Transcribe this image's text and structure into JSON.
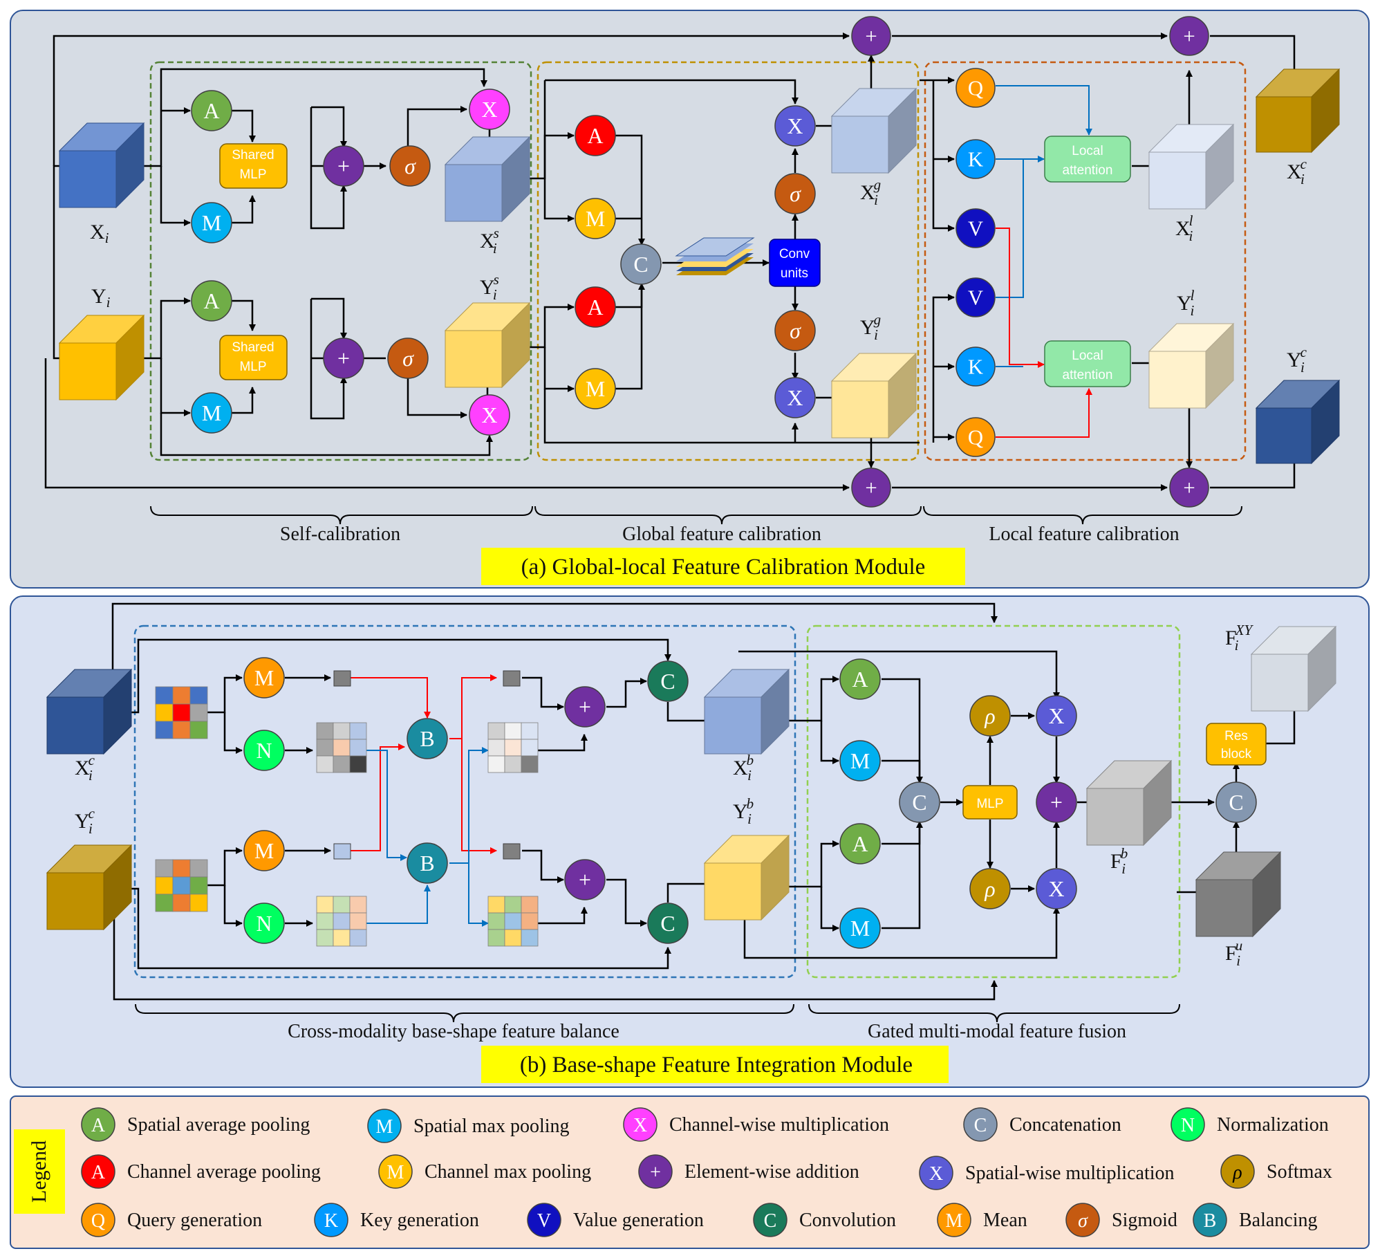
{
  "colors": {
    "panel_a_bg": "#d6dce4",
    "panel_b_bg": "#d9e1f2",
    "legend_bg": "#fbe4d5",
    "highlight": "#ffff00",
    "blue_cube": "#4472c4",
    "gold_cube": "#ffc000",
    "purple": "#7030a0",
    "orange_sigma": "#c55a11",
    "red_arrow": "#ff0000",
    "blue_arrow": "#0070c0"
  },
  "panel_a": {
    "title": "(a) Global-local Feature Calibration Module",
    "sections": [
      "Self-calibration",
      "Global feature calibration",
      "Local feature calibration"
    ],
    "blocks": {
      "shared_mlp": "Shared MLP",
      "conv_units": "Conv units",
      "local_attention": "Local attention"
    },
    "labels": {
      "xi": "X",
      "yi": "Y",
      "xs": "X",
      "ys": "Y",
      "xg": "X",
      "yg": "Y",
      "xl": "X",
      "yl": "Y",
      "xc": "X",
      "yc": "Y"
    }
  },
  "panel_b": {
    "title": "(b) Base-shape Feature Integration Module",
    "sections": [
      "Cross-modality base-shape feature balance",
      "Gated multi-modal feature fusion"
    ],
    "blocks": {
      "mlp": "MLP",
      "res_block": "Res block"
    }
  },
  "legend": {
    "title": "Legend",
    "items": [
      {
        "symbol": "A",
        "color": "#70ad47",
        "label": "Spatial average pooling"
      },
      {
        "symbol": "M",
        "color": "#00b0f0",
        "label": "Spatial max pooling"
      },
      {
        "symbol": "X",
        "color": "#ff40ff",
        "label": "Channel-wise multiplication"
      },
      {
        "symbol": "C",
        "color": "#8497b0",
        "label": "Concatenation"
      },
      {
        "symbol": "N",
        "color": "#00ff60",
        "label": "Normalization"
      },
      {
        "symbol": "A",
        "color": "#ff0000",
        "label": "Channel average pooling"
      },
      {
        "symbol": "M",
        "color": "#ffc000",
        "label": "Channel max pooling"
      },
      {
        "symbol": "+",
        "color": "#7030a0",
        "label": "Element-wise addition"
      },
      {
        "symbol": "X",
        "color": "#5b5bd6",
        "label": "Spatial-wise multiplication"
      },
      {
        "symbol": "ρ",
        "color": "#bf9000",
        "label": "Softmax"
      },
      {
        "symbol": "Q",
        "color": "#ff9900",
        "label": "Query generation"
      },
      {
        "symbol": "K",
        "color": "#0099ff",
        "label": "Key generation"
      },
      {
        "symbol": "V",
        "color": "#1010c0",
        "label": "Value generation"
      },
      {
        "symbol": "C",
        "color": "#1a7a5a",
        "label": "Convolution"
      },
      {
        "symbol": "M",
        "color": "#ff9900",
        "label": "Mean"
      },
      {
        "symbol": "σ",
        "color": "#c55a11",
        "label": "Sigmoid"
      },
      {
        "symbol": "B",
        "color": "#1a8ca0",
        "label": "Balancing"
      }
    ]
  }
}
